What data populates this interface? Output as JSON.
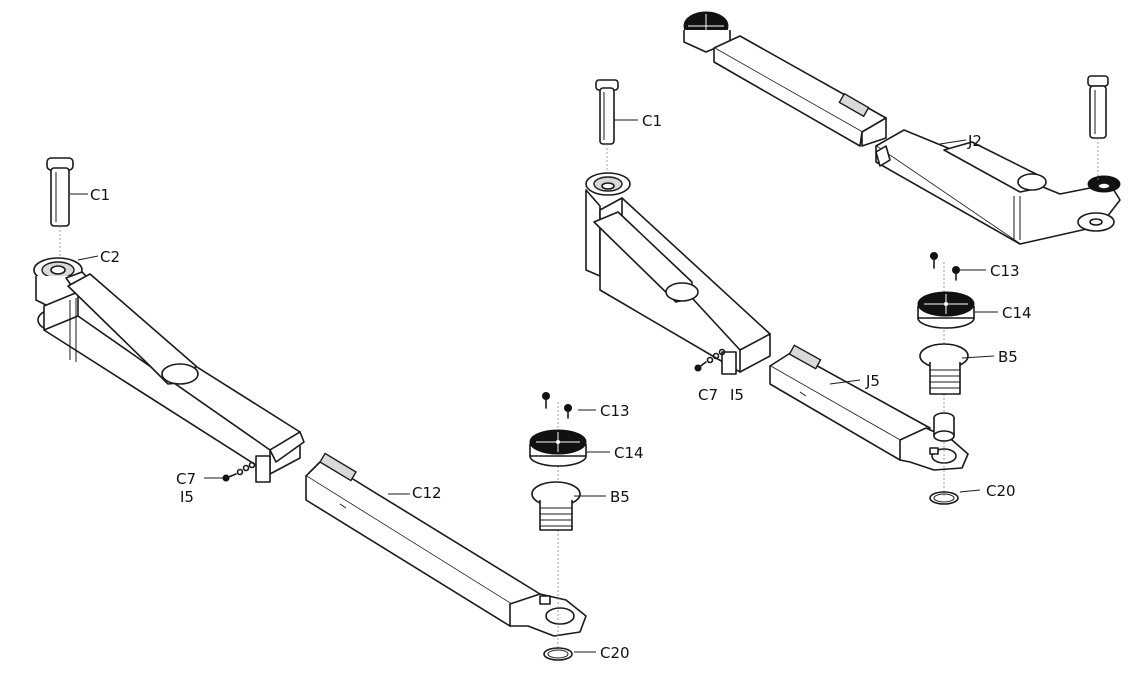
{
  "labels": {
    "left_c1": "C1",
    "left_c2": "C2",
    "left_c7": "C7",
    "left_i5": "I5",
    "left_c12": "C12",
    "left_c13": "C13",
    "left_c14": "C14",
    "left_b5": "B5",
    "left_c20": "C20",
    "right_c1": "C1",
    "right_j2": "J2",
    "right_c13": "C13",
    "right_c14": "C14",
    "right_b5": "B5",
    "right_c7": "C7",
    "right_i5": "I5",
    "right_j5": "J5",
    "right_c20": "C20"
  }
}
